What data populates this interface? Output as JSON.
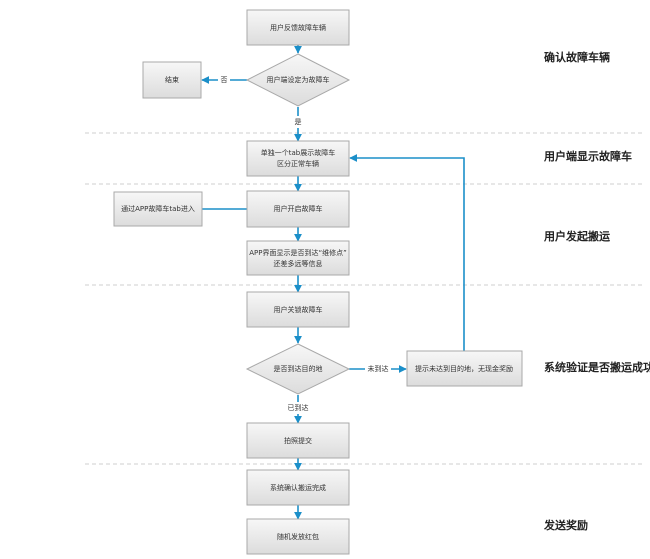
{
  "colors": {
    "connector": "#1b8fc9",
    "box_border": "#a9a9a9",
    "box_fill_top": "#f7f7f7",
    "box_fill_bottom": "#dcdcdc",
    "divider": "#cfcfcf"
  },
  "sections": [
    {
      "id": "s1",
      "title": "确认故障车辆"
    },
    {
      "id": "s2",
      "title": "用户端显示故障车"
    },
    {
      "id": "s3",
      "title": "用户发起搬运"
    },
    {
      "id": "s4",
      "title": "系统验证是否搬运成功"
    },
    {
      "id": "s5",
      "title": "发送奖励"
    }
  ],
  "nodes": [
    {
      "id": "n1",
      "lines": [
        "用户反馈故障车辆"
      ]
    },
    {
      "id": "n2",
      "lines": [
        "用户端设定为故障车"
      ]
    },
    {
      "id": "n3",
      "lines": [
        "结束"
      ]
    },
    {
      "id": "n4",
      "lines": [
        "单独一个tab展示故障车",
        "区分正常车辆"
      ]
    },
    {
      "id": "n5",
      "lines": [
        "通过APP故障车tab进入"
      ]
    },
    {
      "id": "n6",
      "lines": [
        "用户开启故障车"
      ]
    },
    {
      "id": "n7",
      "lines": [
        "APP界面显示是否到达“维修点”",
        "还差多远等信息"
      ]
    },
    {
      "id": "n8",
      "lines": [
        "用户关锁故障车"
      ]
    },
    {
      "id": "n9",
      "lines": [
        "是否到达目的地"
      ]
    },
    {
      "id": "n10",
      "lines": [
        "提示未达到目的地，无现金奖励"
      ]
    },
    {
      "id": "n11",
      "lines": [
        "拍照提交"
      ]
    },
    {
      "id": "n12",
      "lines": [
        "系统确认搬运完成"
      ]
    },
    {
      "id": "n13",
      "lines": [
        "随机发放红包"
      ]
    }
  ],
  "edges": [
    {
      "id": "e1",
      "from": "n1",
      "to": "n2",
      "label": ""
    },
    {
      "id": "e2",
      "from": "n2",
      "to": "n3",
      "label": "否"
    },
    {
      "id": "e3",
      "from": "n2",
      "to": "n4",
      "label": "是"
    },
    {
      "id": "e4",
      "from": "n4",
      "to": "n6",
      "label": ""
    },
    {
      "id": "e5",
      "from": "n5",
      "to": "n6",
      "label": ""
    },
    {
      "id": "e6",
      "from": "n6",
      "to": "n7",
      "label": ""
    },
    {
      "id": "e7",
      "from": "n7",
      "to": "n8",
      "label": ""
    },
    {
      "id": "e8",
      "from": "n8",
      "to": "n9",
      "label": ""
    },
    {
      "id": "e9",
      "from": "n9",
      "to": "n10",
      "label": "未到达"
    },
    {
      "id": "e10",
      "from": "n10",
      "to": "n4",
      "label": ""
    },
    {
      "id": "e11",
      "from": "n9",
      "to": "n11",
      "label": "已到达"
    },
    {
      "id": "e12",
      "from": "n11",
      "to": "n12",
      "label": ""
    },
    {
      "id": "e13",
      "from": "n12",
      "to": "n13",
      "label": ""
    }
  ]
}
